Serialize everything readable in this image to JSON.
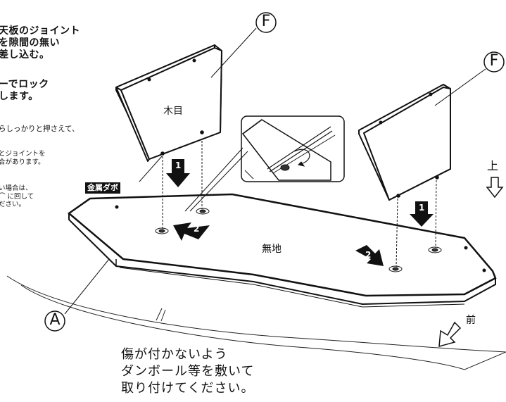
{
  "instructions": {
    "step_a_lines": [
      "天板のジョイント",
      "を隙間の無い",
      "差し込む。"
    ],
    "step_b_lines": [
      "ーでロック",
      "します。"
    ],
    "step_c_lines": [
      "らしっかりと押さえて、"
    ],
    "step_d_lines": [
      "とジョイントを",
      "合があります。"
    ],
    "step_e_lines": [
      "い場合は、",
      "⌒ に回して",
      "ださい。"
    ]
  },
  "badge_label": "金属ダボ",
  "panel_labels": {
    "top_panel_face": "木目",
    "base_face": "無地"
  },
  "part_callouts": {
    "base": "A",
    "panel_left": "F",
    "panel_right": "F"
  },
  "direction_labels": {
    "up": "上",
    "front": "前"
  },
  "step_numbers": {
    "insert": "1",
    "slide": "2"
  },
  "bottom_note_lines": [
    "傷が付かないよう",
    "ダンボール等を敷いて",
    "取り付けてください。"
  ]
}
